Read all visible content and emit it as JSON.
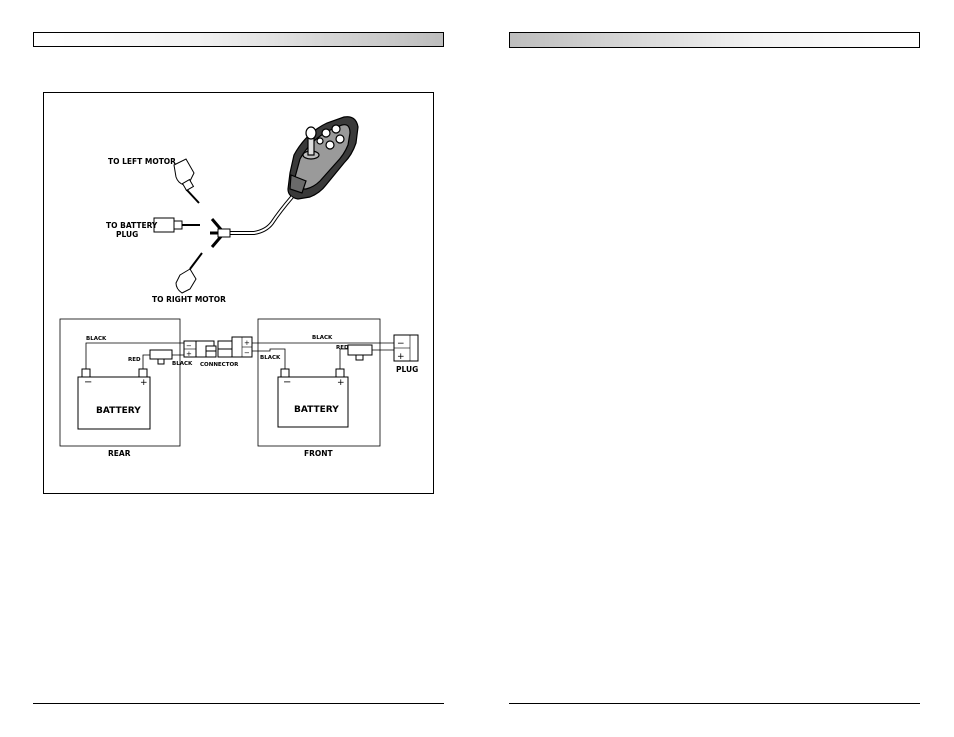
{
  "diagram": {
    "labels": {
      "left_motor": "TO LEFT MOTOR",
      "battery_plug_line1": "TO BATTERY",
      "battery_plug_line2": "PLUG",
      "right_motor": "TO RIGHT MOTOR",
      "black_rear_top": "BLACK",
      "red_rear": "RED",
      "black_rear_fuse": "BLACK",
      "connector": "CONNECTOR",
      "black_front_top": "BLACK",
      "black_front": "BLACK",
      "red_front": "RED",
      "plug": "PLUG",
      "battery_rear": "BATTERY",
      "battery_front": "BATTERY",
      "rear": "REAR",
      "front": "FRONT",
      "minus": "−",
      "plus": "+"
    }
  }
}
